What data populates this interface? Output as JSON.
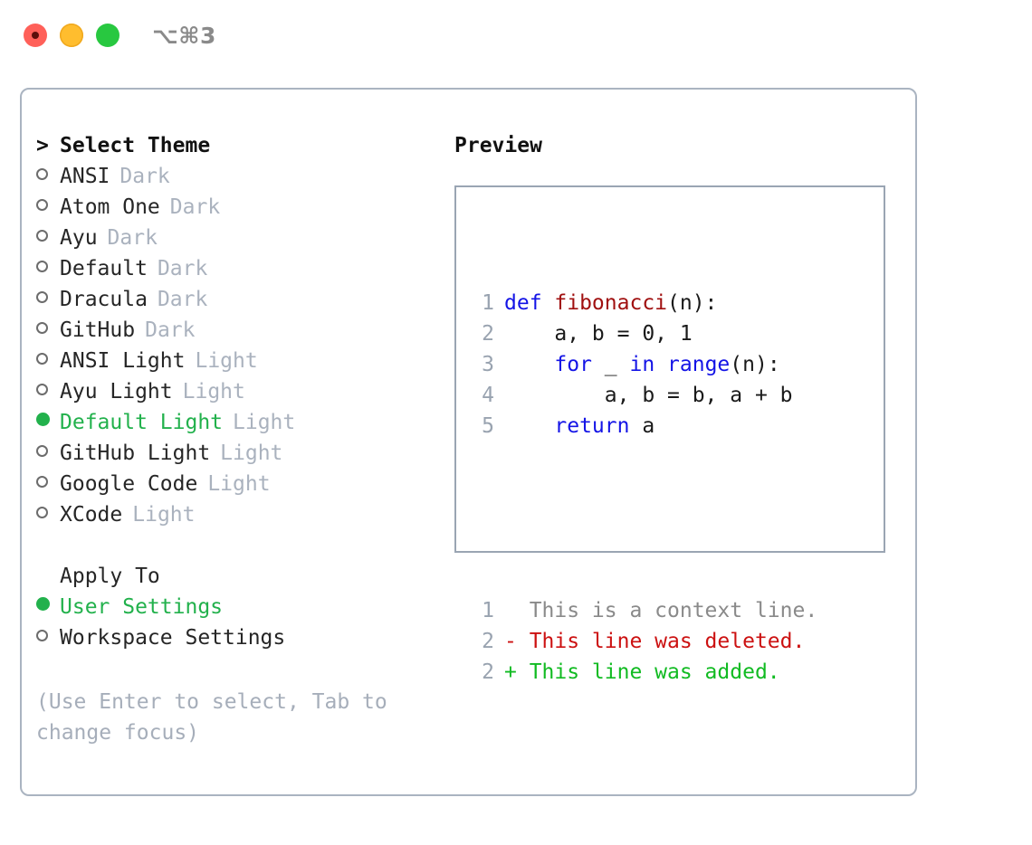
{
  "titlebar": {
    "shortcut": "⌥⌘3",
    "buttons": [
      {
        "name": "close",
        "color": "#ff6059"
      },
      {
        "name": "minimize",
        "color": "#ffbd2e"
      },
      {
        "name": "maximize",
        "color": "#28c840"
      }
    ]
  },
  "colors": {
    "selected_green": "#22b14c",
    "muted_tag": "#aab2be",
    "hint": "#a6aeba",
    "border": "#aab4c1",
    "keyword_blue": "#1414e6",
    "function_red": "#a01010",
    "diff_add": "#11bb22",
    "diff_del": "#cc1111",
    "diff_ctx": "#8a8a8a",
    "line_number": "#99a3b0"
  },
  "theme_list": {
    "caret": ">",
    "title": "Select Theme",
    "items": [
      {
        "name": "ANSI",
        "tag": "Dark",
        "selected": false
      },
      {
        "name": "Atom One",
        "tag": "Dark",
        "selected": false
      },
      {
        "name": "Ayu",
        "tag": "Dark",
        "selected": false
      },
      {
        "name": "Default",
        "tag": "Dark",
        "selected": false
      },
      {
        "name": "Dracula",
        "tag": "Dark",
        "selected": false
      },
      {
        "name": "GitHub",
        "tag": "Dark",
        "selected": false
      },
      {
        "name": "ANSI Light",
        "tag": "Light",
        "selected": false
      },
      {
        "name": "Ayu Light",
        "tag": "Light",
        "selected": false
      },
      {
        "name": "Default Light",
        "tag": "Light",
        "selected": true
      },
      {
        "name": "GitHub Light",
        "tag": "Light",
        "selected": false
      },
      {
        "name": "Google Code",
        "tag": "Light",
        "selected": false
      },
      {
        "name": "XCode",
        "tag": "Light",
        "selected": false
      }
    ]
  },
  "apply_to": {
    "title": "Apply To",
    "items": [
      {
        "name": "User Settings",
        "selected": true
      },
      {
        "name": "Workspace Settings",
        "selected": false
      }
    ]
  },
  "hint": "(Use Enter to select, Tab to change focus)",
  "preview": {
    "title": "Preview",
    "code_lines": [
      {
        "number": "1",
        "tokens": [
          {
            "text": "def ",
            "kind": "kw"
          },
          {
            "text": "fibonacci",
            "kind": "fn"
          },
          {
            "text": "(n):",
            "kind": "pl"
          }
        ]
      },
      {
        "number": "2",
        "tokens": [
          {
            "text": "    a, b = 0, 1",
            "kind": "pl"
          }
        ]
      },
      {
        "number": "3",
        "tokens": [
          {
            "text": "    ",
            "kind": "pl"
          },
          {
            "text": "for",
            "kind": "kw"
          },
          {
            "text": " _ ",
            "kind": "pl"
          },
          {
            "text": "in",
            "kind": "kw"
          },
          {
            "text": " ",
            "kind": "pl"
          },
          {
            "text": "range",
            "kind": "kw"
          },
          {
            "text": "(n):",
            "kind": "pl"
          }
        ]
      },
      {
        "number": "4",
        "tokens": [
          {
            "text": "        a, b = b, a + b",
            "kind": "pl"
          }
        ]
      },
      {
        "number": "5",
        "tokens": [
          {
            "text": "    ",
            "kind": "pl"
          },
          {
            "text": "return",
            "kind": "kw"
          },
          {
            "text": " a",
            "kind": "pl"
          }
        ]
      }
    ],
    "diff_lines": [
      {
        "number": "1",
        "marker": "  ",
        "text": "This is a context line.",
        "kind": "ctx"
      },
      {
        "number": "2",
        "marker": "- ",
        "text": "This line was deleted.",
        "kind": "del"
      },
      {
        "number": "2",
        "marker": "+ ",
        "text": "This line was added.",
        "kind": "add"
      }
    ]
  }
}
